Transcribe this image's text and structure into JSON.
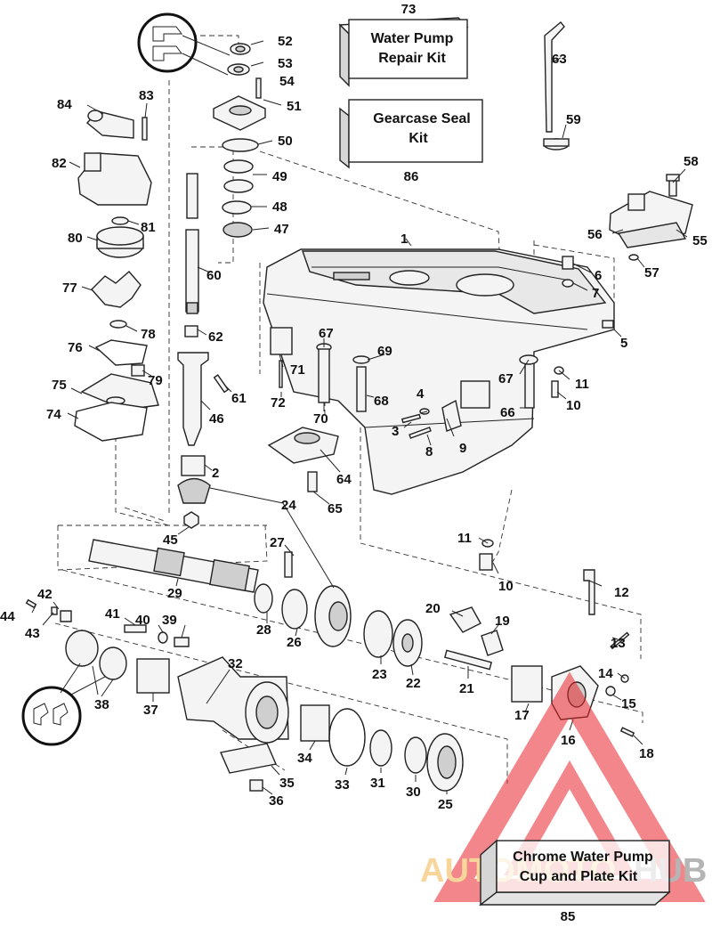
{
  "kits": [
    {
      "number": "73",
      "line1": "Water Pump",
      "line2": "Repair Kit"
    },
    {
      "number": "86",
      "line1": "Gearcase Seal",
      "line2": "Kit"
    },
    {
      "number": "85",
      "line1": "Chrome Water Pump",
      "line2": "Cup and Plate Kit"
    }
  ],
  "watermark": {
    "part1": "AUTOMOTO",
    "part2": "HUB",
    "color1": "#f2b34a",
    "color2": "#7a7a7a",
    "triangle_color": "#e8252b"
  },
  "labels": {
    "p1": "1",
    "p2": "2",
    "p3": "3",
    "p4": "4",
    "p5": "5",
    "p6": "6",
    "p7": "7",
    "p8": "8",
    "p9": "9",
    "p10a": "10",
    "p10b": "10",
    "p11a": "11",
    "p11b": "11",
    "p12": "12",
    "p13": "13",
    "p14": "14",
    "p15": "15",
    "p16": "16",
    "p17": "17",
    "p18": "18",
    "p19": "19",
    "p20": "20",
    "p21": "21",
    "p22": "22",
    "p23": "23",
    "p24": "24",
    "p25": "25",
    "p26": "26",
    "p27": "27",
    "p28": "28",
    "p29": "29",
    "p30": "30",
    "p31": "31",
    "p32": "32",
    "p33": "33",
    "p34": "34",
    "p35": "35",
    "p36": "36",
    "p37": "37",
    "p38": "38",
    "p39": "39",
    "p40": "40",
    "p41": "41",
    "p42": "42",
    "p43": "43",
    "p44": "44",
    "p45": "45",
    "p46": "46",
    "p47": "47",
    "p48": "48",
    "p49": "49",
    "p50": "50",
    "p51": "51",
    "p52": "52",
    "p53": "53",
    "p54": "54",
    "p55": "55",
    "p56": "56",
    "p57": "57",
    "p58": "58",
    "p59": "59",
    "p60": "60",
    "p61": "61",
    "p62": "62",
    "p63": "63",
    "p64": "64",
    "p65": "65",
    "p66": "66",
    "p67a": "67",
    "p67b": "67",
    "p68": "68",
    "p69": "69",
    "p70": "70",
    "p71": "71",
    "p72": "72",
    "p74": "74",
    "p75": "75",
    "p76": "76",
    "p77": "77",
    "p78": "78",
    "p79": "79",
    "p80": "80",
    "p81": "81",
    "p82": "82",
    "p83": "83",
    "p84": "84"
  }
}
